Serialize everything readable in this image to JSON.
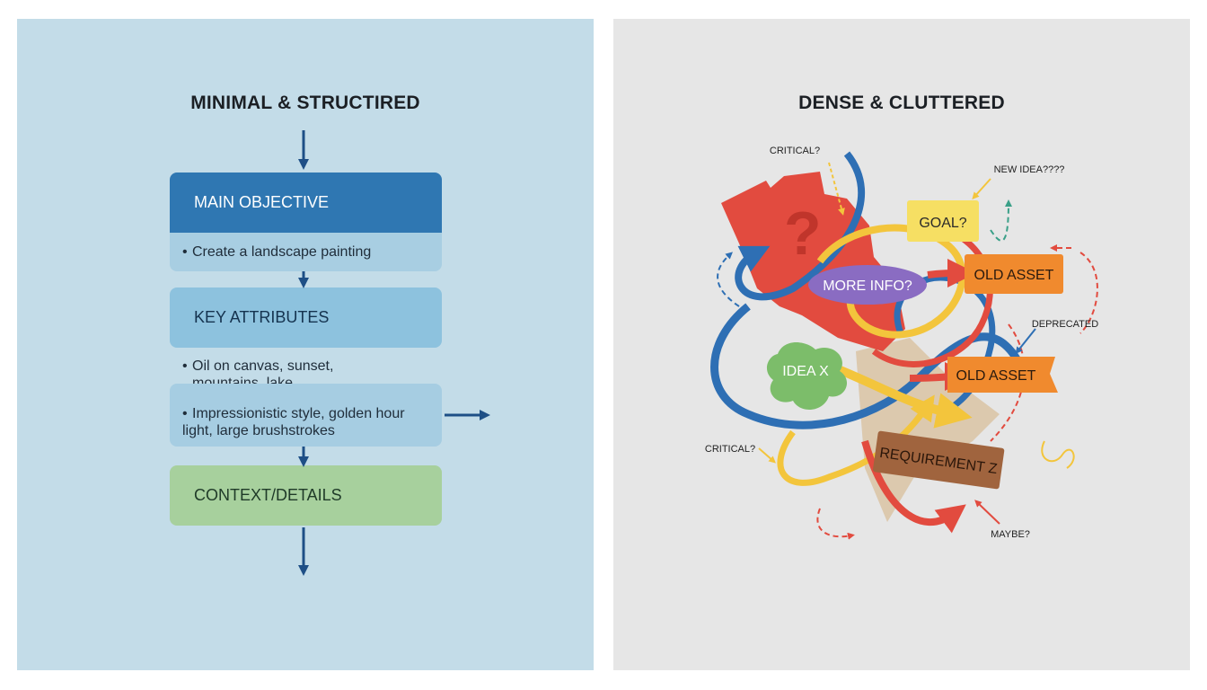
{
  "left_panel": {
    "title": "MINIMAL & STRUCTIRED",
    "main_objective": "MAIN OBJECTIVE",
    "main_objective_item": "Create a landscape painting",
    "key_attributes": "KEY ATTRIBUTES",
    "key_item_1_line_1": "Oil on canvas, sunset,",
    "key_item_1_line_2": "mountains, lake",
    "key_item_2_line_1": "Impressionistic style, golden hour",
    "key_item_2_line_2": "light, large brushstrokes",
    "context": "CONTEXT/DETAILS",
    "bullet": "•"
  },
  "right_panel": {
    "title": "DENSE & CLUTTERED",
    "question_mark": "?",
    "critical_top": "CRITICAL?",
    "new_idea": "NEW IDEA????",
    "goal": "GOAL?",
    "old_asset_1": "OLD ASSET",
    "more_info": "MORE INFO?",
    "deprecated": "DEPRECATED",
    "idea_x": "IDEA X",
    "old_asset_2": "OLD ASSET",
    "critical_bottom": "CRITICAL?",
    "requirement_z": "REQUIREMENT Z",
    "maybe": "MAYBE?"
  },
  "colors": {
    "left_bg": "#c3dce8",
    "right_bg": "#e6e6e6",
    "main_box": "#2f77b2",
    "context_box": "#a7d09d",
    "arrow": "#1e4f86",
    "red": "#e24b3f",
    "blue": "#2e6fb4",
    "yellow": "#f3c53c",
    "orange": "#f08a2e",
    "purple": "#8a6cc2",
    "green": "#7cbd6a",
    "brown": "#a0643e"
  }
}
